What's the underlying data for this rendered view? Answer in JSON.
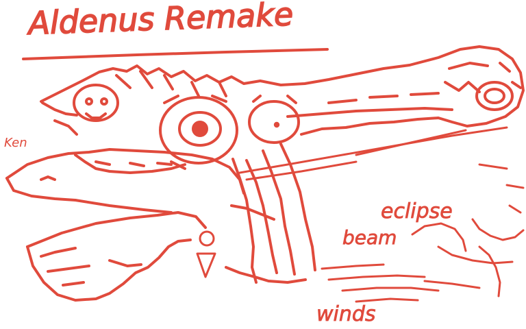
{
  "sketch": {
    "title": "Aldenus Remake",
    "labels": {
      "ken": "Ken",
      "eclipse": "eclipse",
      "beam": "beam",
      "winds": "winds"
    }
  },
  "colors": {
    "ink": "#e04a3c",
    "background": "#ffffff"
  }
}
